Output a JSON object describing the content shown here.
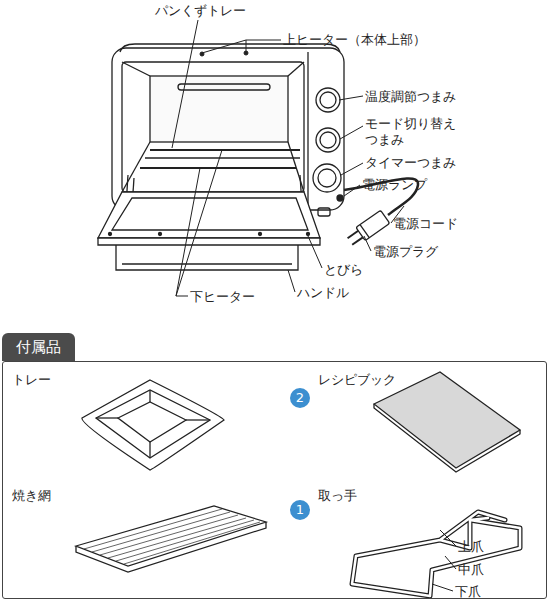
{
  "diagram": {
    "nodes": [
      {
        "text": [
          "付属品"
        ]
      },
      {
        "text": [
          "2"
        ],
        "in": 0
      },
      {
        "text": [
          "1"
        ],
        "in": 0
      }
    ],
    "labels": [
      "パンくずトレー",
      "上ヒーター（本体上部）",
      "温度調節つまみ",
      "モード切り替え つまみ",
      "タイマーつまみ",
      "電源ランプ",
      "電源コード",
      "電源プラグ",
      "とびら",
      "ハンドル",
      "下ヒーター",
      "トレー",
      "レシピブック",
      "焼き網",
      "取っ手",
      "上爪",
      "中爪",
      "下爪"
    ]
  }
}
